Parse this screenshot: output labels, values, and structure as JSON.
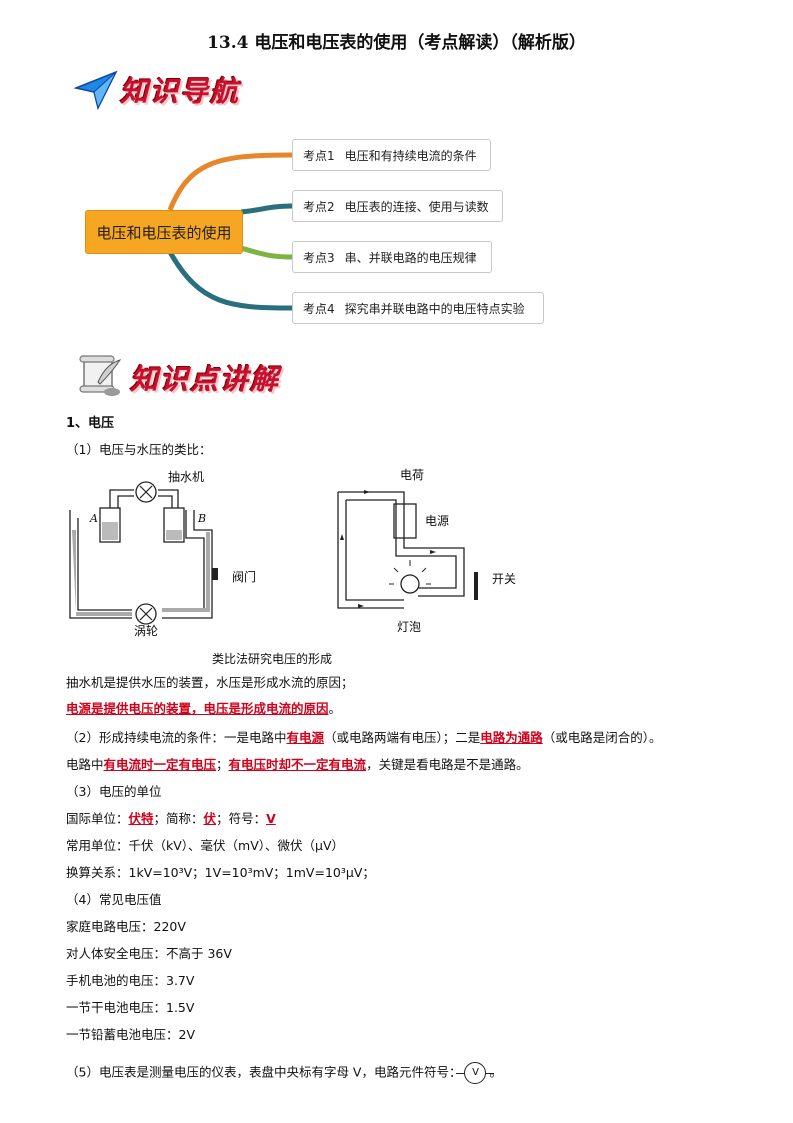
{
  "title": "13.4  电压和电压表的使用（考点解读）（解析版）",
  "nav_banner": "知识导航",
  "mindmap": {
    "center": "电压和电压表的使用",
    "nodes": [
      {
        "key": "考点1",
        "text": "电压和有持续电流的条件"
      },
      {
        "key": "考点2",
        "text": "电压表的连接、使用与读数"
      },
      {
        "key": "考点3",
        "text": "串、并联电路的电压规律"
      },
      {
        "key": "考点4",
        "text": "探究串并联电路中的电压特点实验"
      }
    ]
  },
  "points_banner": "知识点讲解",
  "section1": {
    "heading": "1、电压",
    "sub1": "（1）电压与水压的类比：",
    "diagram_left": {
      "pump": "抽水机",
      "valve": "阀门",
      "turbine": "涡轮",
      "a": "A",
      "b": "B"
    },
    "diagram_right": {
      "charge": "电荷",
      "source": "电源",
      "switch": "开关",
      "bulb": "灯泡"
    },
    "caption": "类比法研究电压的形成",
    "line_pump": "抽水机是提供水压的装置，水压是形成水流的原因；",
    "line_source_red": "电源是提供电压的装置，电压是形成电流的原因",
    "line_source_end": "。",
    "sub2_a": "（2）形成持续电流的条件：一是电路中",
    "sub2_red1": "有电源",
    "sub2_b": "（或电路两端有电压）；二是",
    "sub2_red2": "电路为通路",
    "sub2_c": "（或电路是闭合的）。",
    "line3_a": "电路中",
    "line3_red1": "有电流时一定有电压",
    "line3_b": "；",
    "line3_red2": "有电压时却不一定有电流",
    "line3_c": "，关键是看电路是不是通路。",
    "sub3": "（3）电压的单位",
    "unit_a": "国际单位：",
    "unit_red1": "伏特",
    "unit_b": "；简称：",
    "unit_red2": "伏",
    "unit_c": "；符号：",
    "unit_red3": "V",
    "common_units": "常用单位：千伏（kV）、毫伏（mV）、微伏（μV）",
    "conversion": "换算关系：1kV=10³V；1V=10³mV；1mV=10³μV；",
    "sub4": "（4）常见电压值",
    "values": [
      "家庭电路电压：220V",
      "对人体安全电压：不高于 36V",
      "手机电池的电压：3.7V",
      "一节干电池电压：1.5V",
      "一节铅蓄电池电压：2V"
    ],
    "sub5_a": "（5）电压表是测量电压的仪表，表盘中央标有字母 V，电路元件符号：",
    "sub5_sym": "V",
    "sub5_b": "。"
  },
  "colors": {
    "accent_red": "#d0021b",
    "mindmap_orange": "#f5a623",
    "branch_teal": "#2a6f7e",
    "branch_green": "#7cb342"
  }
}
